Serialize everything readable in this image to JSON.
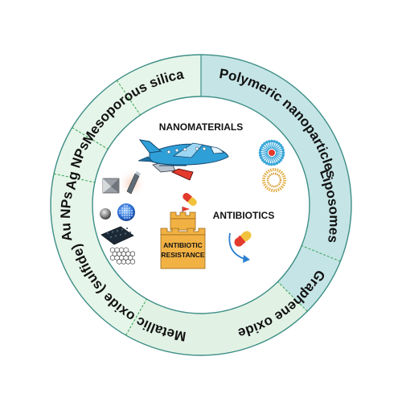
{
  "ring": {
    "segments": [
      {
        "label": "Polymeric nanoparticles",
        "fill": "#c5e4e6"
      },
      {
        "label": "Liposomes",
        "fill": "#c5e4e6"
      },
      {
        "label": "Graphene oxide",
        "fill": "#e1f2e4"
      },
      {
        "label": "Metallic oxide (sulfide)",
        "fill": "#e6f5e9"
      },
      {
        "label": "Au NPs",
        "fill": "#e6f5e9"
      },
      {
        "label": "Ag NPs",
        "fill": "#e6f5e9"
      },
      {
        "label": "Mesoporous silica",
        "fill": "#e6f5e9"
      }
    ]
  },
  "center": {
    "nanomaterials_label": "NANOMATERIALS",
    "antibiotics_label": "ANTIBIOTICS",
    "castle_label_line1": "ANTIBIOTIC",
    "castle_label_line2": "RESISTANCE"
  },
  "colors": {
    "ring_border": "#3d8e86",
    "divider": "#2fa24f",
    "plane_body": "#2f9fd8",
    "castle": "#f2b143",
    "capsule_red": "#e23a2d",
    "capsule_yellow": "#f2c23d",
    "arrow": "#2a7fd0"
  },
  "icons": [
    "airplane-icon",
    "polymeric-nanoparticle-icon",
    "liposome-icon",
    "nanoparticle-cluster-icon",
    "antibiotic-capsule-icon",
    "castle-icon",
    "cycle-arrow-icon"
  ]
}
